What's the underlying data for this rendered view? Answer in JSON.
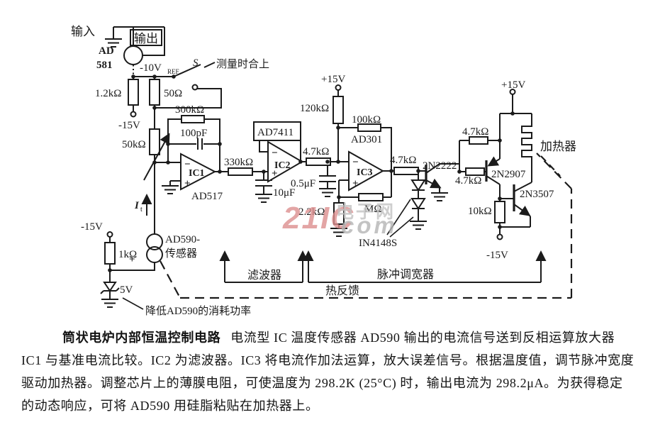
{
  "colors": {
    "ink": "#1b1b1b",
    "watermark_red": "#dd8f8f",
    "watermark_gray": "#c2c2c2",
    "paper": "#ffffff"
  },
  "watermark": {
    "brand": "21IC",
    "site_cn": "电子网",
    "site_suffix": "com"
  },
  "labels": {
    "input": "输入",
    "output": "输出",
    "ad581_l1": "AD",
    "ad581_l2": "581",
    "vref": "-10V",
    "vref_sub": "REF",
    "sw": "S",
    "sw_note": "测量时合上",
    "r_1k2": "1.2kΩ",
    "r_50": "50Ω",
    "v_n15_a": "-15V",
    "r_300k": "300kΩ",
    "c_100p": "100pF",
    "r_50k": "50kΩ",
    "ic1": "IC1",
    "ic1_part": "AD517",
    "r_330k": "330kΩ",
    "ic2": "IC2",
    "ic2_part": "AD7411",
    "c_10u": "10μF",
    "r_4k7_a": "4.7kΩ",
    "c_0u5": "0.5μF",
    "r_120k": "120kΩ",
    "v_p15_a": "+15V",
    "r_100k": "100kΩ",
    "ic3_part": "AD301",
    "ic3": "IC3",
    "r_2k2": "2.2kΩ",
    "r_meg": "MΩ",
    "r_4k7_b": "4.7kΩ",
    "q_2n2222": "2N2222",
    "d_in4148s": "IN4148S",
    "r_4k7_c": "4.7kΩ",
    "r_4k7_d": "4.7kΩ",
    "q_2n2907": "2N2907",
    "q_2n3507": "2N3507",
    "r_10k": "10kΩ",
    "v_n15_b": "-15V",
    "v_p15_b": "+15V",
    "heater": "加热器",
    "v_n15_c": "-15V",
    "r_1k": "1kΩ",
    "sensor_l1": "AD590-",
    "sensor_l2": "传感器",
    "cur_sym": "I",
    "cur_sub": "t",
    "zener": "5V",
    "sensor_note": "降低AD590的消耗功率",
    "filter": "滤波器",
    "pwm": "脉冲调宽器",
    "thermal": "热反馈",
    "sym_minus": "−",
    "sym_plus": "+"
  },
  "caption": {
    "title": "筒状电炉内部恒温控制电路",
    "line1_rest": "电流型 IC 温度传感器 AD590 输出的电流信号送到反相运算放大器",
    "line2": "IC1 与基准电流比较。IC2 为滤波器。IC3 将电流作加法运算，放大误差信号。根据温度值，调节脉冲宽度",
    "line3": "驱动加热器。调整芯片上的薄膜电阻，可使温度为 298.2K (25°C) 时，输出电流为 298.2μA。为获得稳定",
    "line4": "的动态响应，可将 AD590 用硅脂粘贴在加热器上。"
  }
}
